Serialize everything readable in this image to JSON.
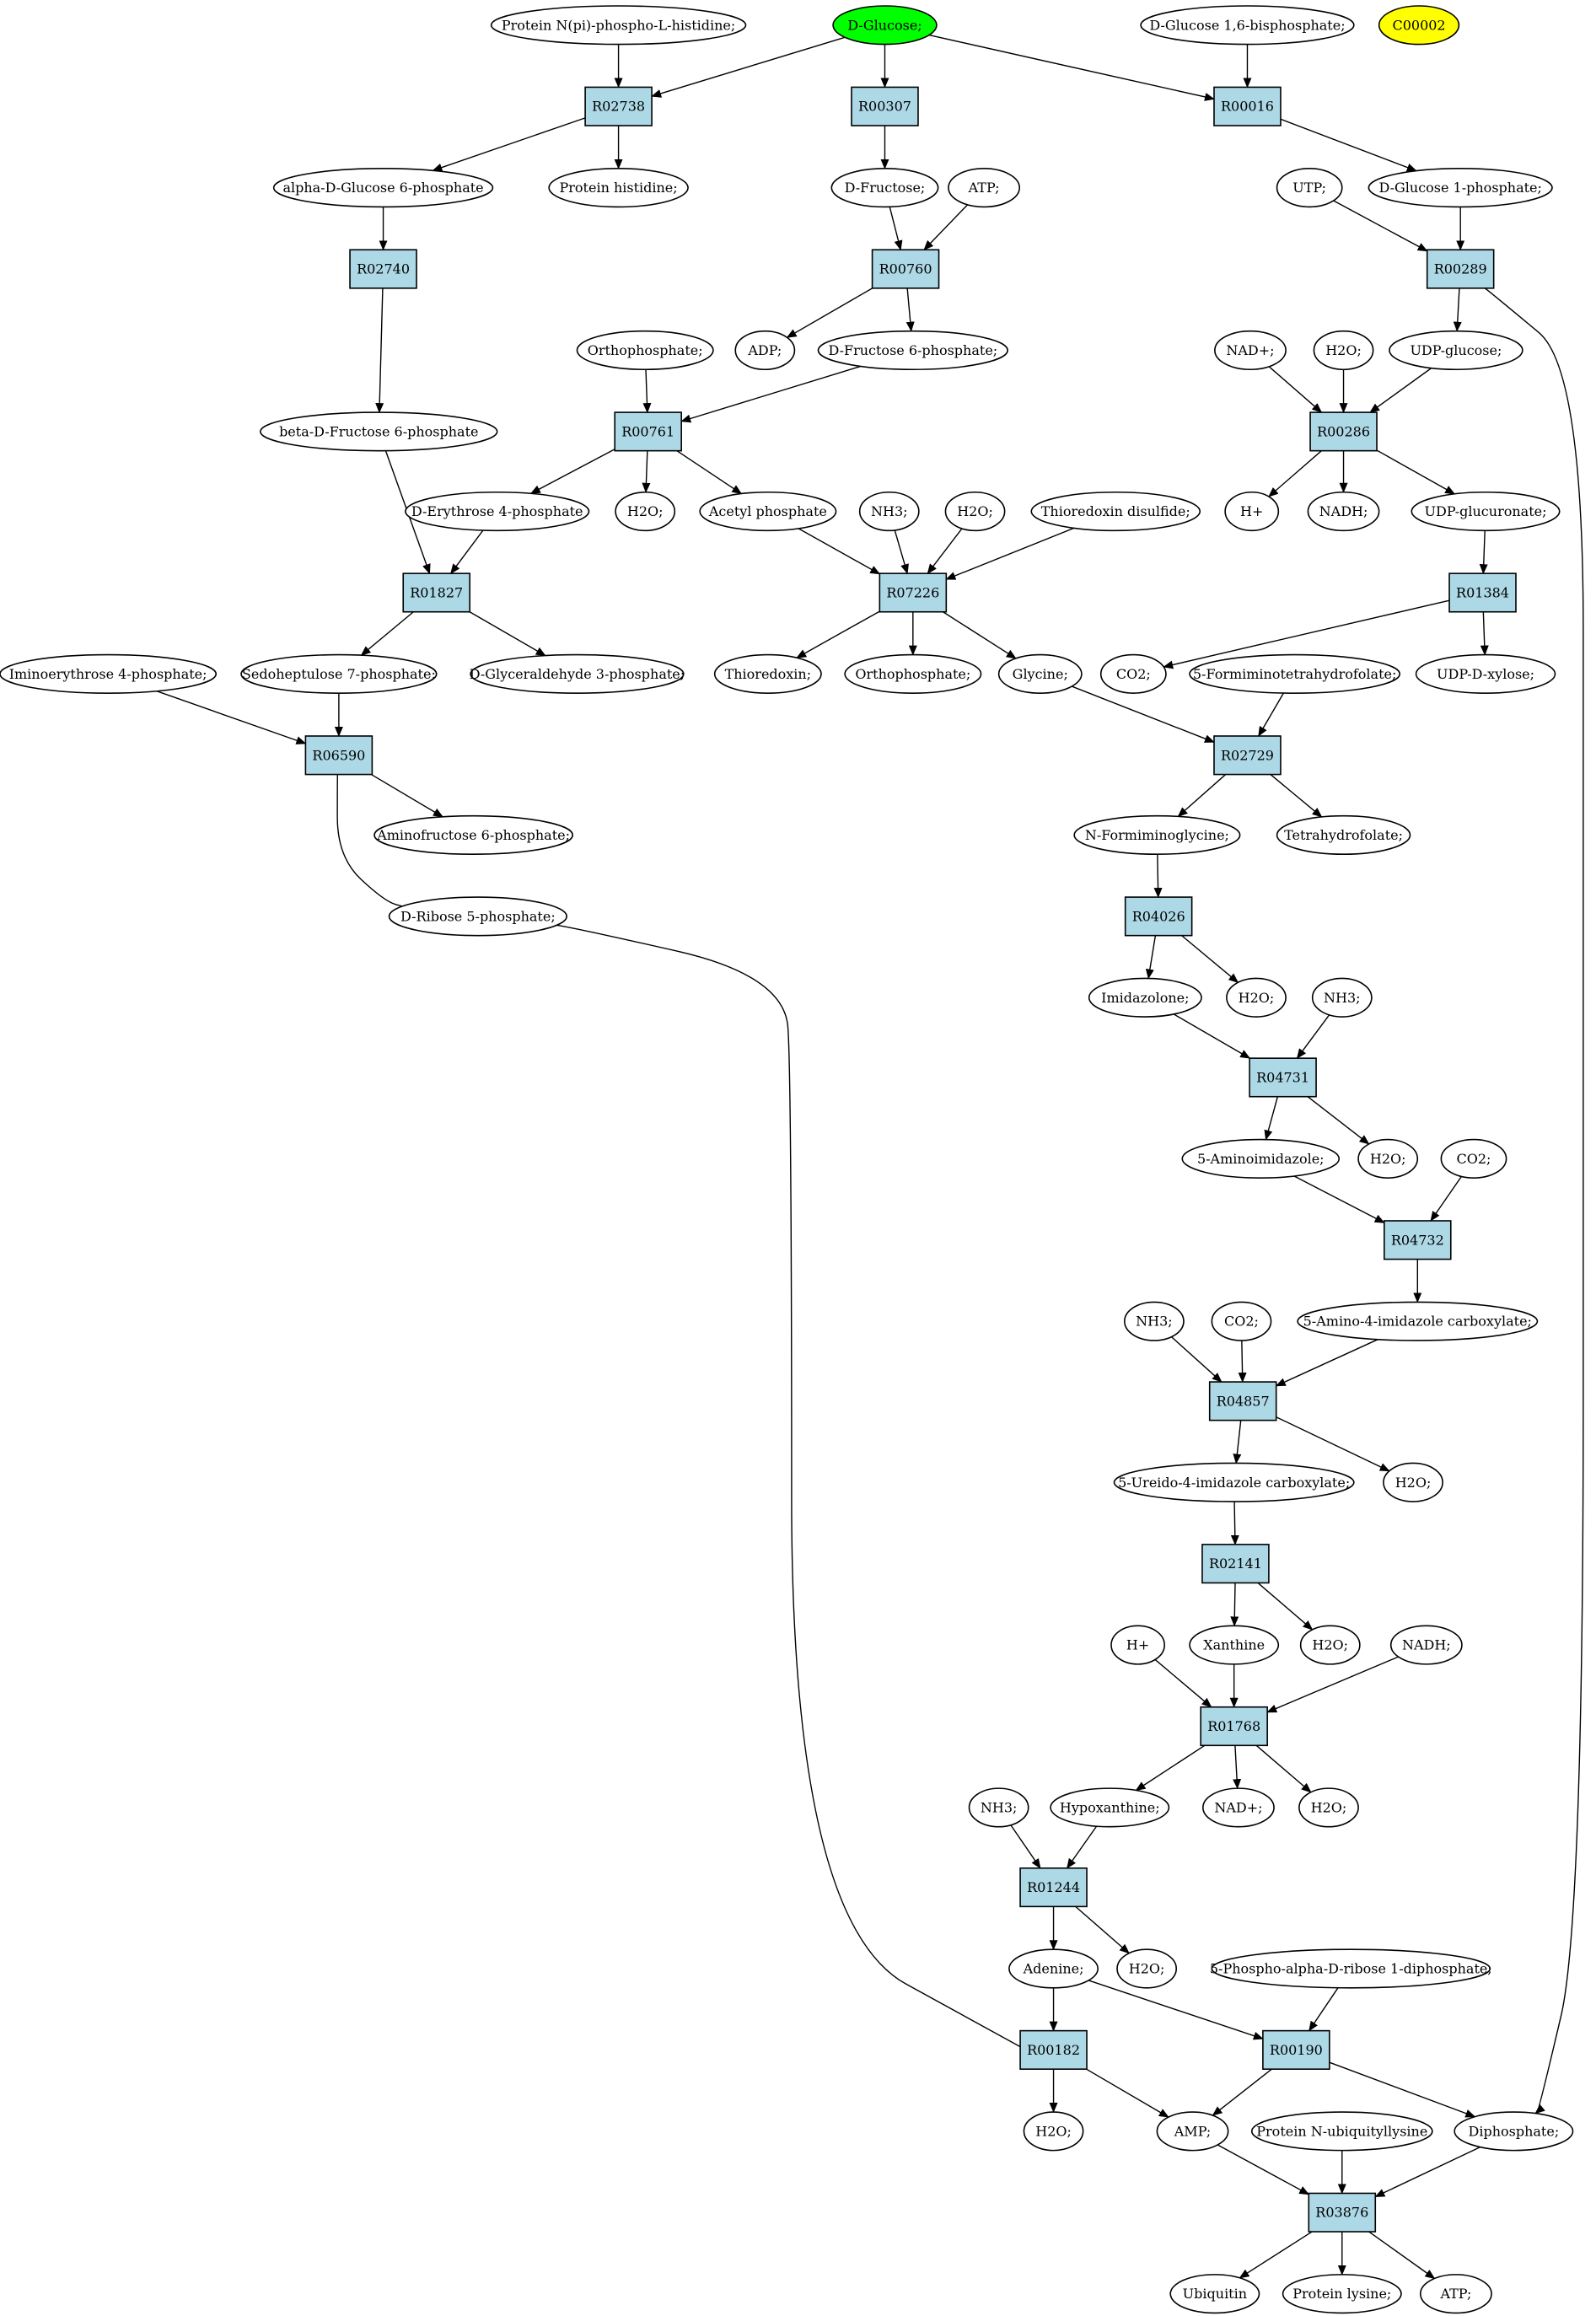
{
  "colors": {
    "background": "#ffffff",
    "compound_fill": "#ffffff",
    "start_compound_fill": "#00ff00",
    "highlight_compound_fill": "#ffff00",
    "reaction_fill": "#add8e6",
    "stroke": "#000000"
  },
  "compounds": [
    {
      "id": "c_protein_npi",
      "label": "Protein N(pi)-phospho-L-histidine;"
    },
    {
      "id": "c_dglucose",
      "label": "D-Glucose;",
      "role": "start"
    },
    {
      "id": "c_dglucose16bp",
      "label": "D-Glucose 1,6-bisphosphate;"
    },
    {
      "id": "c_c00002",
      "label": "C00002",
      "role": "highlight"
    },
    {
      "id": "c_alphag6p",
      "label": "alpha-D-Glucose 6-phosphate"
    },
    {
      "id": "c_proteinhis",
      "label": "Protein histidine;"
    },
    {
      "id": "c_dfructose",
      "label": "D-Fructose;"
    },
    {
      "id": "c_atp1",
      "label": "ATP;"
    },
    {
      "id": "c_utp",
      "label": "UTP;"
    },
    {
      "id": "c_dglucose1p",
      "label": "D-Glucose 1-phosphate;"
    },
    {
      "id": "c_orthophos1",
      "label": "Orthophosphate;"
    },
    {
      "id": "c_adp",
      "label": "ADP;"
    },
    {
      "id": "c_dfructose6p",
      "label": "D-Fructose 6-phosphate;"
    },
    {
      "id": "c_nadplus1",
      "label": "NAD+;"
    },
    {
      "id": "c_h2o_a",
      "label": "H2O;"
    },
    {
      "id": "c_udpglucose",
      "label": "UDP-glucose;"
    },
    {
      "id": "c_betaf6p",
      "label": "beta-D-Fructose 6-phosphate"
    },
    {
      "id": "c_derythrose4p",
      "label": "D-Erythrose 4-phosphate"
    },
    {
      "id": "c_h2o_b",
      "label": "H2O;"
    },
    {
      "id": "c_acetylphos",
      "label": "Acetyl phosphate"
    },
    {
      "id": "c_nh3_a",
      "label": "NH3;"
    },
    {
      "id": "c_h2o_c",
      "label": "H2O;"
    },
    {
      "id": "c_thioredoxindisulfide",
      "label": "Thioredoxin disulfide;"
    },
    {
      "id": "c_hplus1",
      "label": "H+"
    },
    {
      "id": "c_nadh1",
      "label": "NADH;"
    },
    {
      "id": "c_udpglucuronate",
      "label": "UDP-glucuronate;"
    },
    {
      "id": "c_iminoerythrose",
      "label": "Iminoerythrose 4-phosphate;"
    },
    {
      "id": "c_sedoheptulose",
      "label": "Sedoheptulose 7-phosphate;"
    },
    {
      "id": "c_dglyceraldehyde",
      "label": "D-Glyceraldehyde 3-phosphate;"
    },
    {
      "id": "c_thioredoxin",
      "label": "Thioredoxin;"
    },
    {
      "id": "c_orthophos2",
      "label": "Orthophosphate;"
    },
    {
      "id": "c_glycine",
      "label": "Glycine;"
    },
    {
      "id": "c_co2_a",
      "label": "CO2;"
    },
    {
      "id": "c_formimino_thf",
      "label": "5-Formiminotetrahydrofolate;"
    },
    {
      "id": "c_udpxylose",
      "label": "UDP-D-xylose;"
    },
    {
      "id": "c_aminofructose",
      "label": "Aminofructose 6-phosphate;"
    },
    {
      "id": "c_nformiminoglycine",
      "label": "N-Formiminoglycine;"
    },
    {
      "id": "c_thf",
      "label": "Tetrahydrofolate;"
    },
    {
      "id": "c_dribose5p",
      "label": "D-Ribose 5-phosphate;"
    },
    {
      "id": "c_imidazolone",
      "label": "Imidazolone;"
    },
    {
      "id": "c_h2o_d",
      "label": "H2O;"
    },
    {
      "id": "c_nh3_b",
      "label": "NH3;"
    },
    {
      "id": "c_aminoimidazole",
      "label": "5-Aminoimidazole;"
    },
    {
      "id": "c_h2o_e",
      "label": "H2O;"
    },
    {
      "id": "c_co2_b",
      "label": "CO2;"
    },
    {
      "id": "c_nh3_c",
      "label": "NH3;"
    },
    {
      "id": "c_co2_c",
      "label": "CO2;"
    },
    {
      "id": "c_aminoimidazolecarbox",
      "label": "5-Amino-4-imidazole carboxylate;"
    },
    {
      "id": "c_ureidoimidazole",
      "label": "5-Ureido-4-imidazole carboxylate;"
    },
    {
      "id": "c_h2o_f",
      "label": "H2O;"
    },
    {
      "id": "c_hplus2",
      "label": "H+"
    },
    {
      "id": "c_xanthine",
      "label": "Xanthine"
    },
    {
      "id": "c_h2o_g",
      "label": "H2O;"
    },
    {
      "id": "c_nadh2",
      "label": "NADH;"
    },
    {
      "id": "c_nh3_d",
      "label": "NH3;"
    },
    {
      "id": "c_hypoxanthine",
      "label": "Hypoxanthine;"
    },
    {
      "id": "c_nadplus2",
      "label": "NAD+;"
    },
    {
      "id": "c_h2o_h",
      "label": "H2O;"
    },
    {
      "id": "c_adenine",
      "label": "Adenine;"
    },
    {
      "id": "c_h2o_i",
      "label": "H2O;"
    },
    {
      "id": "c_prpp",
      "label": "5-Phospho-alpha-D-ribose 1-diphosphate;"
    },
    {
      "id": "c_h2o_j",
      "label": "H2O;"
    },
    {
      "id": "c_amp",
      "label": "AMP;"
    },
    {
      "id": "c_proteinubiq",
      "label": "Protein N-ubiquityllysine"
    },
    {
      "id": "c_diphosphate",
      "label": "Diphosphate;"
    },
    {
      "id": "c_ubiquitin",
      "label": "Ubiquitin"
    },
    {
      "id": "c_proteinlysine",
      "label": "Protein lysine;"
    },
    {
      "id": "c_atp2",
      "label": "ATP;"
    }
  ],
  "reactions": [
    {
      "id": "r_R02738",
      "label": "R02738"
    },
    {
      "id": "r_R00307",
      "label": "R00307"
    },
    {
      "id": "r_R00016",
      "label": "R00016"
    },
    {
      "id": "r_R02740",
      "label": "R02740"
    },
    {
      "id": "r_R00760",
      "label": "R00760"
    },
    {
      "id": "r_R00289",
      "label": "R00289"
    },
    {
      "id": "r_R00761",
      "label": "R00761"
    },
    {
      "id": "r_R00286",
      "label": "R00286"
    },
    {
      "id": "r_R01827",
      "label": "R01827"
    },
    {
      "id": "r_R07226",
      "label": "R07226"
    },
    {
      "id": "r_R01384",
      "label": "R01384"
    },
    {
      "id": "r_R06590",
      "label": "R06590"
    },
    {
      "id": "r_R02729",
      "label": "R02729"
    },
    {
      "id": "r_R04026",
      "label": "R04026"
    },
    {
      "id": "r_R04731",
      "label": "R04731"
    },
    {
      "id": "r_R04732",
      "label": "R04732"
    },
    {
      "id": "r_R04857",
      "label": "R04857"
    },
    {
      "id": "r_R02141",
      "label": "R02141"
    },
    {
      "id": "r_R01768",
      "label": "R01768"
    },
    {
      "id": "r_R01244",
      "label": "R01244"
    },
    {
      "id": "r_R00182",
      "label": "R00182"
    },
    {
      "id": "r_R00190",
      "label": "R00190"
    },
    {
      "id": "r_R03876",
      "label": "R03876"
    }
  ],
  "edges": [
    [
      "c_protein_npi",
      "r_R02738"
    ],
    [
      "c_dglucose",
      "r_R02738"
    ],
    [
      "r_R02738",
      "c_alphag6p"
    ],
    [
      "r_R02738",
      "c_proteinhis"
    ],
    [
      "c_dglucose",
      "r_R00307"
    ],
    [
      "r_R00307",
      "c_dfructose"
    ],
    [
      "c_dglucose",
      "r_R00016"
    ],
    [
      "c_dglucose16bp",
      "r_R00016"
    ],
    [
      "r_R00016",
      "c_dglucose1p"
    ],
    [
      "c_alphag6p",
      "r_R02740"
    ],
    [
      "r_R02740",
      "c_betaf6p"
    ],
    [
      "c_dfructose",
      "r_R00760"
    ],
    [
      "c_atp1",
      "r_R00760"
    ],
    [
      "r_R00760",
      "c_adp"
    ],
    [
      "r_R00760",
      "c_dfructose6p"
    ],
    [
      "c_utp",
      "r_R00289"
    ],
    [
      "c_dglucose1p",
      "r_R00289"
    ],
    [
      "r_R00289",
      "c_udpglucose"
    ],
    [
      "r_R00289",
      "c_diphosphate"
    ],
    [
      "c_orthophos1",
      "r_R00761"
    ],
    [
      "c_dfructose6p",
      "r_R00761"
    ],
    [
      "r_R00761",
      "c_derythrose4p"
    ],
    [
      "r_R00761",
      "c_h2o_b"
    ],
    [
      "r_R00761",
      "c_acetylphos"
    ],
    [
      "c_nadplus1",
      "r_R00286"
    ],
    [
      "c_h2o_a",
      "r_R00286"
    ],
    [
      "c_udpglucose",
      "r_R00286"
    ],
    [
      "r_R00286",
      "c_hplus1"
    ],
    [
      "r_R00286",
      "c_nadh1"
    ],
    [
      "r_R00286",
      "c_udpglucuronate"
    ],
    [
      "c_betaf6p",
      "r_R01827"
    ],
    [
      "c_derythrose4p",
      "r_R01827"
    ],
    [
      "r_R01827",
      "c_sedoheptulose"
    ],
    [
      "r_R01827",
      "c_dglyceraldehyde"
    ],
    [
      "c_acetylphos",
      "r_R07226"
    ],
    [
      "c_nh3_a",
      "r_R07226"
    ],
    [
      "c_h2o_c",
      "r_R07226"
    ],
    [
      "c_thioredoxindisulfide",
      "r_R07226"
    ],
    [
      "r_R07226",
      "c_thioredoxin"
    ],
    [
      "r_R07226",
      "c_orthophos2"
    ],
    [
      "r_R07226",
      "c_glycine"
    ],
    [
      "c_udpglucuronate",
      "r_R01384"
    ],
    [
      "r_R01384",
      "c_co2_a"
    ],
    [
      "r_R01384",
      "c_udpxylose"
    ],
    [
      "c_iminoerythrose",
      "r_R06590"
    ],
    [
      "c_sedoheptulose",
      "r_R06590"
    ],
    [
      "r_R06590",
      "c_aminofructose"
    ],
    [
      "r_R06590",
      "c_dribose5p"
    ],
    [
      "c_glycine",
      "r_R02729"
    ],
    [
      "c_formimino_thf",
      "r_R02729"
    ],
    [
      "r_R02729",
      "c_nformiminoglycine"
    ],
    [
      "r_R02729",
      "c_thf"
    ],
    [
      "c_nformiminoglycine",
      "r_R04026"
    ],
    [
      "r_R04026",
      "c_imidazolone"
    ],
    [
      "r_R04026",
      "c_h2o_d"
    ],
    [
      "c_imidazolone",
      "r_R04731"
    ],
    [
      "c_nh3_b",
      "r_R04731"
    ],
    [
      "r_R04731",
      "c_aminoimidazole"
    ],
    [
      "r_R04731",
      "c_h2o_e"
    ],
    [
      "c_aminoimidazole",
      "r_R04732"
    ],
    [
      "c_co2_b",
      "r_R04732"
    ],
    [
      "r_R04732",
      "c_aminoimidazolecarbox"
    ],
    [
      "c_nh3_c",
      "r_R04857"
    ],
    [
      "c_co2_c",
      "r_R04857"
    ],
    [
      "c_aminoimidazolecarbox",
      "r_R04857"
    ],
    [
      "r_R04857",
      "c_ureidoimidazole"
    ],
    [
      "r_R04857",
      "c_h2o_f"
    ],
    [
      "c_ureidoimidazole",
      "r_R02141"
    ],
    [
      "r_R02141",
      "c_xanthine"
    ],
    [
      "r_R02141",
      "c_h2o_g"
    ],
    [
      "c_hplus2",
      "r_R01768"
    ],
    [
      "c_xanthine",
      "r_R01768"
    ],
    [
      "c_nadh2",
      "r_R01768"
    ],
    [
      "r_R01768",
      "c_hypoxanthine"
    ],
    [
      "r_R01768",
      "c_nadplus2"
    ],
    [
      "r_R01768",
      "c_h2o_h"
    ],
    [
      "c_nh3_d",
      "r_R01244"
    ],
    [
      "c_hypoxanthine",
      "r_R01244"
    ],
    [
      "r_R01244",
      "c_adenine"
    ],
    [
      "r_R01244",
      "c_h2o_i"
    ],
    [
      "c_adenine",
      "r_R00182"
    ],
    [
      "c_dribose5p",
      "r_R00182"
    ],
    [
      "r_R00182",
      "c_h2o_j"
    ],
    [
      "r_R00182",
      "c_amp"
    ],
    [
      "c_adenine",
      "r_R00190"
    ],
    [
      "c_prpp",
      "r_R00190"
    ],
    [
      "r_R00190",
      "c_amp"
    ],
    [
      "r_R00190",
      "c_diphosphate"
    ],
    [
      "c_amp",
      "r_R03876"
    ],
    [
      "c_proteinubiq",
      "r_R03876"
    ],
    [
      "c_diphosphate",
      "r_R03876"
    ],
    [
      "r_R03876",
      "c_ubiquitin"
    ],
    [
      "r_R03876",
      "c_proteinlysine"
    ],
    [
      "r_R03876",
      "c_atp2"
    ]
  ]
}
